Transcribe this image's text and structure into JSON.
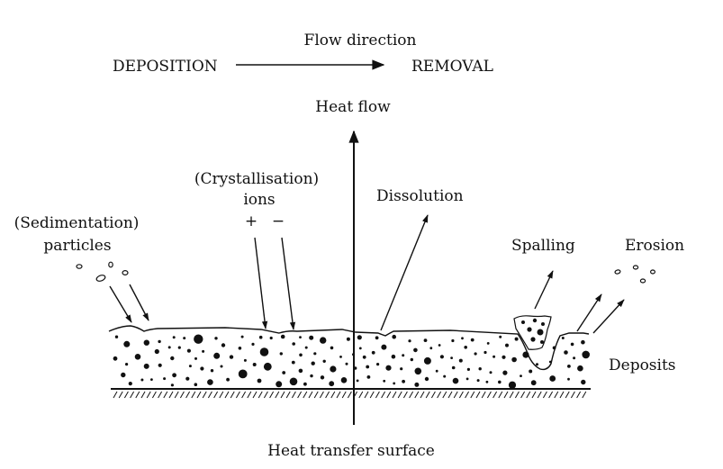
{
  "diagram": {
    "title_flow": "Flow direction",
    "left_label": "DEPOSITION",
    "right_label": "REMOVAL",
    "heat_flow_label": "Heat flow",
    "crystallisation": {
      "title": "(Crystallisation)",
      "sub": "ions",
      "plus": "+",
      "minus": "−"
    },
    "sedimentation": {
      "title": "(Sedimentation)",
      "sub": "particles"
    },
    "dissolution_label": "Dissolution",
    "spalling_label": "Spalling",
    "erosion_label": "Erosion",
    "deposits_label": "Deposits",
    "surface_label": "Heat transfer surface",
    "colors": {
      "ink": "#111111",
      "background": "#ffffff"
    }
  }
}
